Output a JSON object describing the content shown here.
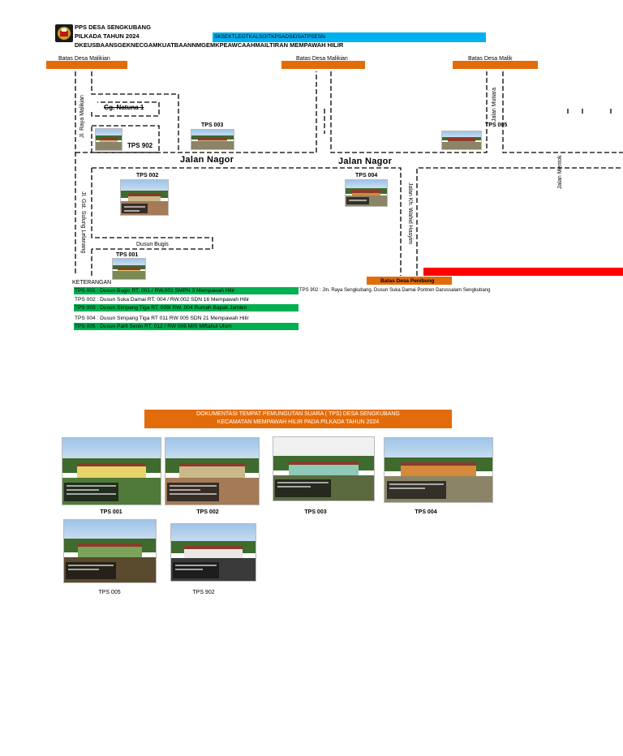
{
  "header": {
    "line1": "PPS  DESA SENGKUBANG",
    "line2": "PILKADA TAHUN 2024",
    "line3": "DKEUSBAANSGEKNECGAMKUATBAANNMGEMKPEAWCAAHMAILTIRAN MEMPAWAH HILIR",
    "blue_bar_text": "SKSEKTLEOTKALSOITKPSADSEISATPSESN",
    "colors": {
      "blue": "#00b0f0",
      "orange": "#e36c0a",
      "red": "#ff0000",
      "green": "#00b050"
    }
  },
  "map": {
    "borders": {
      "left": "Batas Desa Malikian",
      "middle": "Batas Desa Malikian",
      "right": "Batas Desa Malik",
      "bottom": "Batas Desa Penibung"
    },
    "roads": {
      "jalan_nagor_left": "Jalan Nagor",
      "jalan_nagor_right": "Jalan Nagor",
      "gg_natuna": "Gg. Natuna 1",
      "jl_raya": "Jl. Raya Malikian",
      "jl_gst": "Jl. Gst. Sulung Lelanang",
      "jalan_kh": "Jalan Kh. Wahid Hasyim",
      "jalan_mutiara": "Jalan Mutiara",
      "jalan_mentok": "Jalan Mentok",
      "dusun_bugis": "Dusun Bugis"
    },
    "tps_labels": {
      "tps001": "TPS 001",
      "tps002": "TPS 002",
      "tps003": "TPS 003",
      "tps004": "TPS 004",
      "tps005": "TPS 005",
      "tps902": "TPS 902"
    }
  },
  "legend": {
    "title": "KETERANGAN",
    "items": [
      "TPS 001  : Dusun Bugis RT. 001 / RW.001  SMPN 3 Mempawah Hilir",
      "TPS 002  : Dusun Suka Damai  RT. 004 / RW.002  SDN 16 Mempawah Hilir",
      "TPS 003   : Dusun Simpang Tiga RT. 009/ RW. 004 Rumah Bapak Jamlen",
      "TPS 004  : Dusun Simpang Tiga  RT 011 RW 005 SDN 21 Mempawah Hilir",
      "TPS 005  : Dusun Parit Senin RT. 012 / RW 006 MIS Miftahul Ulum"
    ],
    "tps902": "TPS 902   :  Jln. Raya Sengkubang, Dusun Suka Damai Pontren Darussalam Sengkubang"
  },
  "documentation": {
    "title_line1": "DOKUMENTASI TEMPAT PEMUNGUTAN SUARA ( TPS) DESA SENGKUBANG",
    "title_line2": "KECAMATAN MEMPAWAH HILIR PADA PILKADA TAHUN 2024",
    "captions": [
      "TPS 001",
      "TPS 002",
      "TPS 003",
      "TPS 004",
      "TPS 005",
      "TPS 902"
    ]
  }
}
